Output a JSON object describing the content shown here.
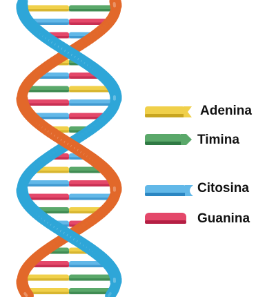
{
  "legend": {
    "items": [
      {
        "label": "Adenina",
        "color": "#f0d04a",
        "shade": "#c8a51f",
        "tip": "notch"
      },
      {
        "label": "Timina",
        "color": "#5aa86a",
        "shade": "#2f7a44",
        "tip": "arrow"
      },
      {
        "label": "Citosina",
        "color": "#62b8e8",
        "shade": "#2b86c2",
        "tip": "notch"
      },
      {
        "label": "Guanina",
        "color": "#e4486a",
        "shade": "#b51f44",
        "tip": "round"
      }
    ]
  },
  "helix": {
    "strand_colors": {
      "orange": "#e2682a",
      "blue": "#2ea6d8"
    }
  }
}
